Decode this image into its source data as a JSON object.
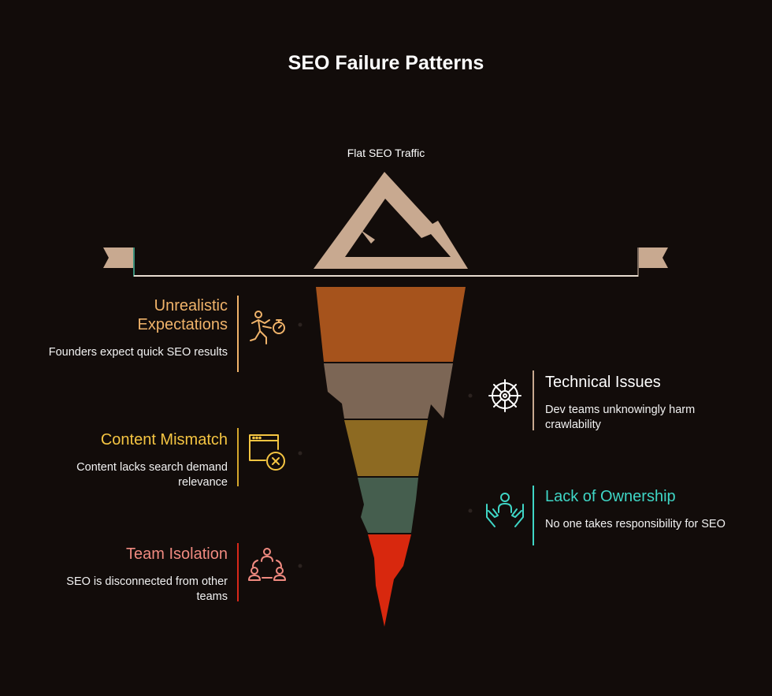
{
  "title": "SEO Failure Patterns",
  "peak_label": "Flat SEO Traffic",
  "items": {
    "unrealistic": {
      "title": "Unrealistic Expectations",
      "desc": "Founders expect quick SEO results",
      "color": "#f0b36a",
      "icon": "running-person-stopwatch-icon"
    },
    "technical": {
      "title": "Technical Issues",
      "desc": "Dev teams unknowingly harm crawlability",
      "color": "#ffffff",
      "icon": "gear-icon"
    },
    "content": {
      "title": "Content Mismatch",
      "desc": "Content lacks search demand relevance",
      "color": "#f5c542",
      "icon": "browser-window-x-icon"
    },
    "ownership": {
      "title": "Lack of Ownership",
      "desc": "No one takes responsibility for SEO",
      "color": "#3fd6c6",
      "icon": "hands-holding-person-icon"
    },
    "isolation": {
      "title": "Team Isolation",
      "desc": "SEO is disconnected from other teams",
      "color": "#f08a80",
      "icon": "team-connection-icon"
    }
  },
  "layer_colors": [
    "#a6531c",
    "#7c6655",
    "#8d6a22",
    "#455e4e",
    "#d8280e"
  ],
  "mountain_color": "#c8a990",
  "waterline_color": "#e8dcd0"
}
